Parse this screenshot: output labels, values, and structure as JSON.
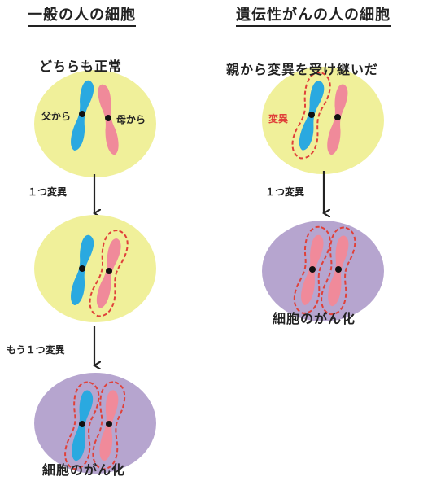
{
  "left": {
    "title": "一般の人の細胞",
    "caption_top": "どちらも正常",
    "label_father": "父から",
    "label_mother": "母から",
    "step1": "１つ変異",
    "step2": "もう１つ変異",
    "result": "細胞のがん化"
  },
  "right": {
    "title": "遺伝性がんの人の細胞",
    "caption_top": "親から変異を受け継いだ",
    "label_mutation": "変異",
    "step1": "１つ変異",
    "result": "細胞のがん化"
  },
  "colors": {
    "normal_cell": "#f0f09a",
    "cancer_cell": "#b6a5cf",
    "chromosome_father": "#2aa9e0",
    "chromosome_mother": "#f08a9a",
    "mutation_outline": "#e0413a"
  }
}
